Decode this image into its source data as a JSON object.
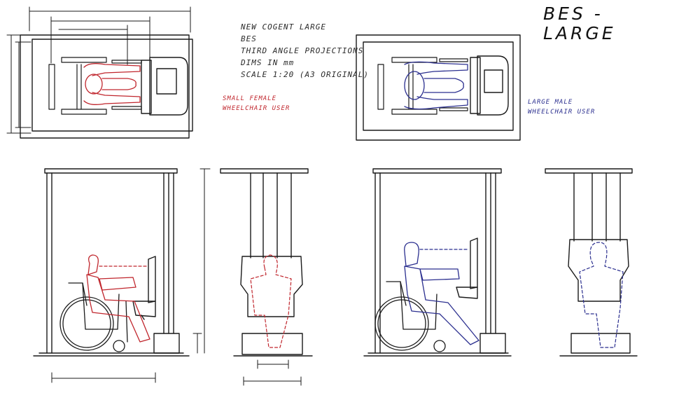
{
  "title": {
    "line1": "BES -",
    "line2": "LARGE"
  },
  "notes": {
    "line1": "NEW COGENT LARGE",
    "line2": "BES",
    "line3": "THIRD ANGLE PROJECTIONS",
    "line4": "DIMS IN mm",
    "line5": "SCALE  1:20 (A3 ORIGINAL)"
  },
  "labels": {
    "small_female": {
      "line1": "SMALL FEMALE",
      "line2": "WHEELCHAIR USER"
    },
    "large_male": {
      "line1": "LARGE MALE",
      "line2": "WHEELCHAIR USER"
    }
  },
  "colors": {
    "ink": "#1a1a1a",
    "red": "#c0262d",
    "blue": "#2b2f8f"
  }
}
